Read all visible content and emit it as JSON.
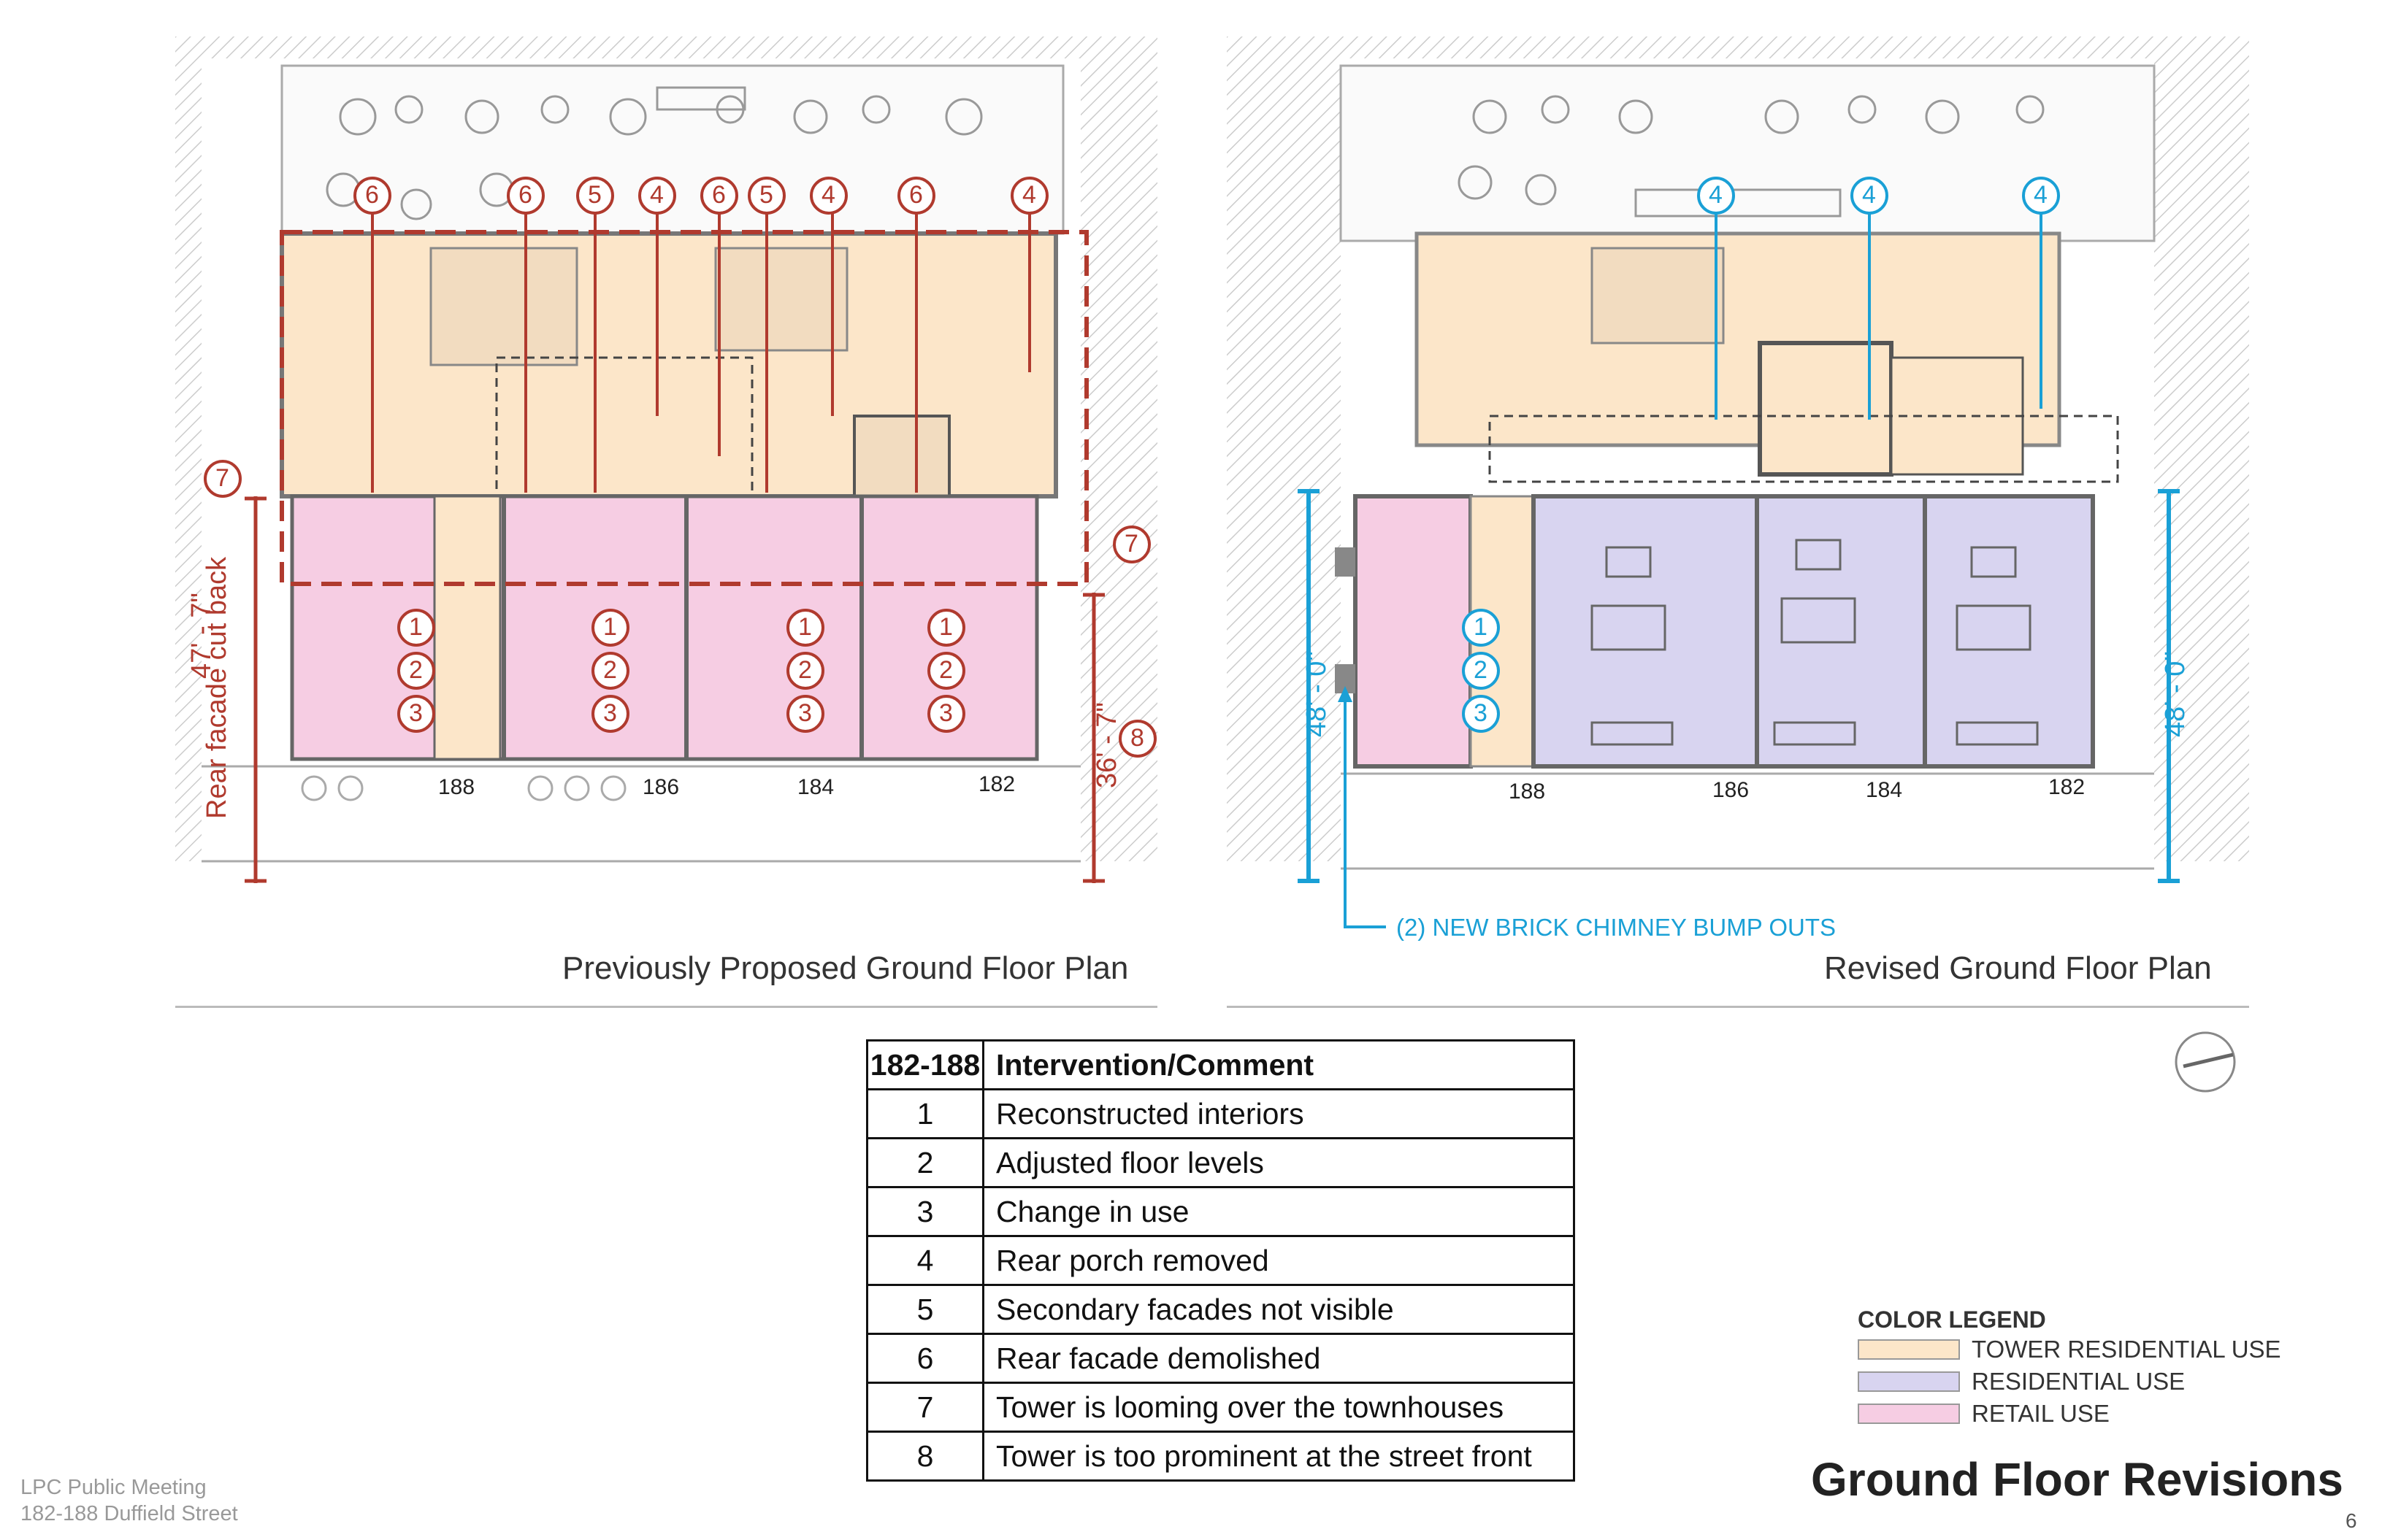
{
  "left_plan": {
    "title": "Previously Proposed Ground Floor Plan",
    "numbers": [
      "188",
      "186",
      "184",
      "182"
    ],
    "dimension_left": "47' - 7\"",
    "dimension_right": "36' - 7\"",
    "side_note": "Rear facade cut back",
    "callouts_top": [
      "6",
      "6",
      "5",
      "4",
      "6",
      "5",
      "4",
      "6",
      "4"
    ],
    "callout_7": "7",
    "callout_8": "8",
    "stack": [
      "1",
      "2",
      "3"
    ]
  },
  "right_plan": {
    "title": "Revised Ground Floor Plan",
    "numbers": [
      "188",
      "186",
      "184",
      "182"
    ],
    "dimension_left": "48' - 0\"",
    "dimension_right": "48' - 0\"",
    "callouts_top": [
      "4",
      "4",
      "4"
    ],
    "stack": [
      "1",
      "2",
      "3"
    ],
    "note": "(2) NEW BRICK CHIMNEY BUMP OUTS"
  },
  "table": {
    "header": [
      "182-188",
      "Intervention/Comment"
    ],
    "rows": [
      [
        "1",
        "Reconstructed interiors"
      ],
      [
        "2",
        "Adjusted floor levels"
      ],
      [
        "3",
        "Change in use"
      ],
      [
        "4",
        "Rear porch removed"
      ],
      [
        "5",
        "Secondary facades not visible"
      ],
      [
        "6",
        "Rear facade demolished"
      ],
      [
        "7",
        "Tower is looming over the townhouses"
      ],
      [
        "8",
        "Tower is too prominent at the street front"
      ]
    ]
  },
  "legend": {
    "title": "COLOR LEGEND",
    "items": [
      {
        "label": "TOWER RESIDENTIAL USE",
        "color": "#fce6c9"
      },
      {
        "label": "RESIDENTIAL USE",
        "color": "#d8d4f0"
      },
      {
        "label": "RETAIL USE",
        "color": "#f6cde3"
      }
    ]
  },
  "footer": {
    "line1": "LPC Public Meeting",
    "line2": "182-188 Duffield Street"
  },
  "page_title": "Ground Floor Revisions",
  "page_number": "6",
  "colors": {
    "red_callout": "#b03a2e",
    "blue_callout": "#1aa0d6",
    "tower": "#fce6c9",
    "residential": "#d8d4f0",
    "retail": "#f6cde3"
  }
}
